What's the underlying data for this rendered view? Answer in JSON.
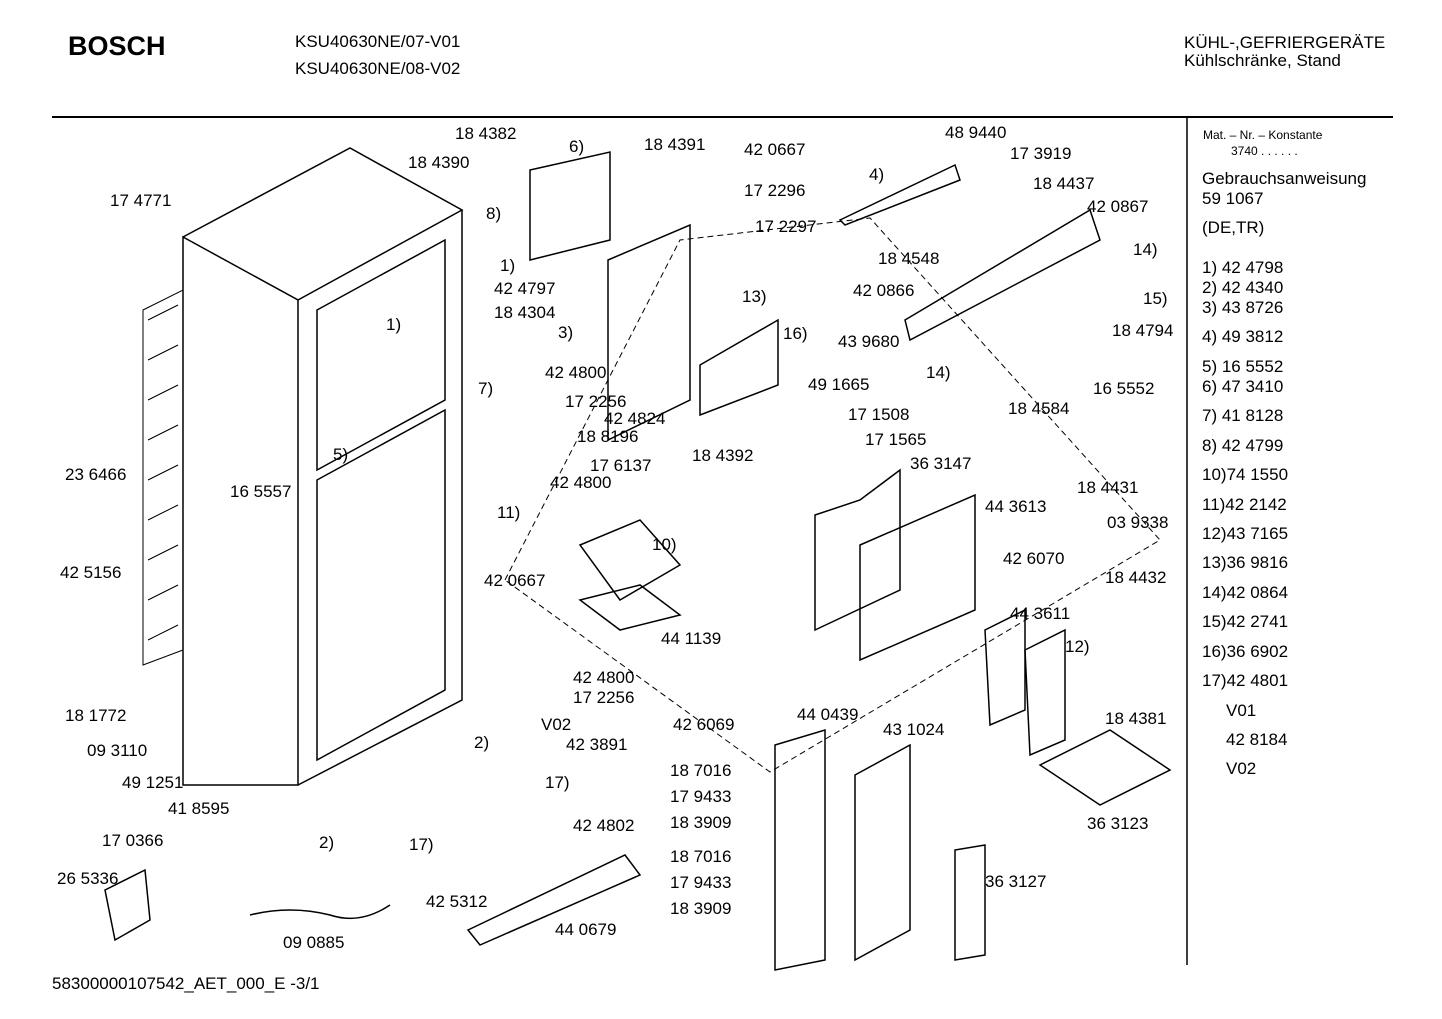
{
  "header": {
    "brand": "BOSCH",
    "models": [
      "KSU40630NE/07-V01",
      "KSU40630NE/08-V02"
    ],
    "category": "KÜHL-,GEFRIERGERÄTE",
    "subcategory": "Kühlschränke, Stand"
  },
  "sidebar": {
    "mat_label": "Mat. – Nr. – Konstante",
    "mat_value": "3740 .  .    .  .  .  .",
    "manual_label": "Gebrauchsanweisung",
    "manual_number": "59 1067",
    "languages": "(DE,TR)",
    "items": [
      "1) 42 4798",
      "2) 42 4340",
      "3) 43 8726",
      "4) 49 3812",
      "5) 16 5552",
      "6) 47 3410",
      "7) 41 8128",
      "8) 42 4799",
      "10)74 1550",
      "11)42 2142",
      "12)43 7165",
      "13)36 9816",
      "14)42 0864",
      "15)42 2741",
      "16)36 6902",
      "17)42 4801",
      "V01",
      "42 8184",
      "V02"
    ]
  },
  "labels": [
    "18 4382",
    "6)",
    "18 4391",
    "42 0667",
    "48 9440",
    "18 4390",
    "17 3919",
    "17 4771",
    "17 2296",
    "4)",
    "18 4437",
    "8)",
    "42 0867",
    "17 2297",
    "14)",
    "1)",
    "42 4797",
    "18 4548",
    "15)",
    "18 4304",
    "42 0866",
    "1)",
    "13)",
    "3)",
    "16)",
    "18 4794",
    "43 9680",
    "14)",
    "42 4800",
    "49 1665",
    "16 5552",
    "7)",
    "17 2256",
    "42 4824",
    "18 4584",
    "17 1508",
    "18 8196",
    "18 4392",
    "17 1565",
    "17 6137",
    "36 3147",
    "23 6466",
    "5)",
    "16 5557",
    "42 4800",
    "18 4431",
    "44 3613",
    "11)",
    "03 9338",
    "10)",
    "42 6070",
    "18 4432",
    "42 5156",
    "42 0667",
    "44 3611",
    "12)",
    "44 1139",
    "42 4800",
    "17 2256",
    "V02",
    "18 1772",
    "44 0439",
    "42 6069",
    "43 1024",
    "18 4381",
    "2)",
    "42 3891",
    "09 3110",
    "17)",
    "49 1251",
    "18 7016",
    "17 9433",
    "41 8595",
    "18 3909",
    "42 4802",
    "36 3123",
    "17 0366",
    "2)",
    "17)",
    "18 7016",
    "26 5336",
    "36 3127",
    "17 9433",
    "42 5312",
    "18 3909",
    "44 0679",
    "09 0885"
  ],
  "footer": "58300000107542_AET_000_E   -3/1"
}
